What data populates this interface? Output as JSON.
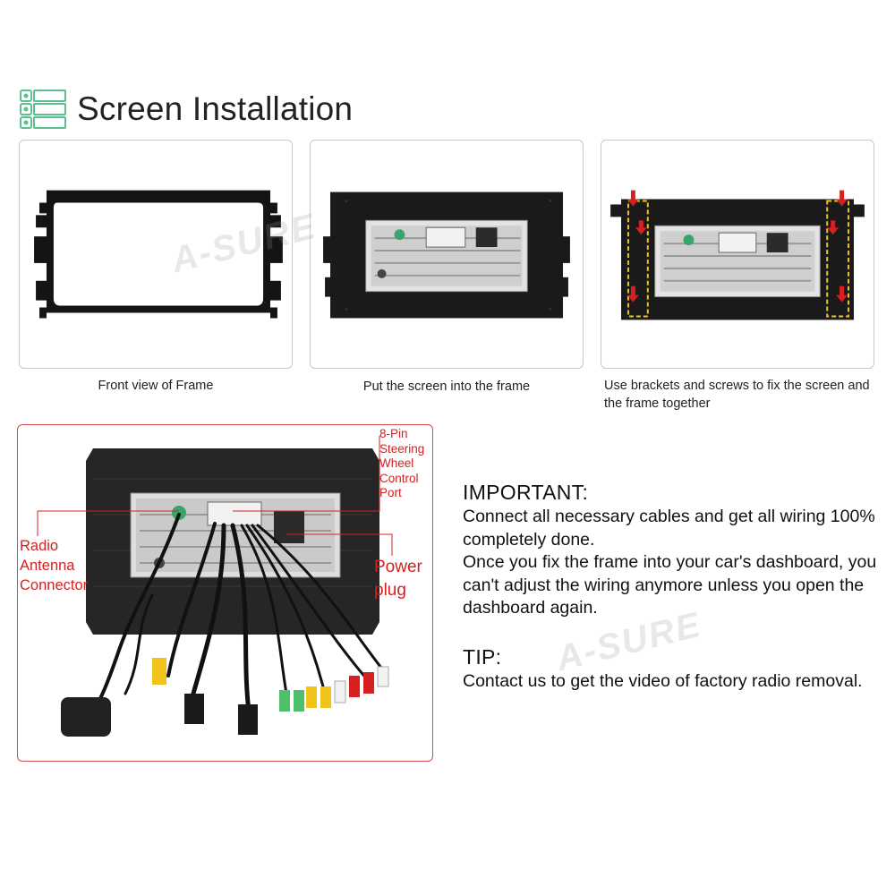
{
  "header": {
    "title": "Screen Installation",
    "icon": "list-icon"
  },
  "panels": [
    {
      "caption": "Front view of Frame"
    },
    {
      "caption": "Put the screen into the frame"
    },
    {
      "caption": "Use brackets and screws to fix the screen and the frame together"
    }
  ],
  "wiring": {
    "labels": {
      "steering": "8-Pin Steering Wheel Control Port",
      "radio": "Radio Antenna Connector",
      "power": "Power plug"
    },
    "label_color": "#d42020"
  },
  "notes": {
    "important_heading": "IMPORTANT:",
    "important_text_1": "Connect all necessary cables and get all wiring 100% completely done.",
    "important_text_2": "Once you fix the frame into your car's dashboard, you can't adjust the wiring anymore unless you open the dashboard again.",
    "tip_heading": "TIP:",
    "tip_text": "Contact us to get the video of factory radio removal."
  },
  "watermark": "A-SURE",
  "colors": {
    "accent_icon": "#5bbf8e",
    "panel_border": "#c8c8c8",
    "wiring_border": "#d24a4a",
    "frame_black": "#141414"
  }
}
